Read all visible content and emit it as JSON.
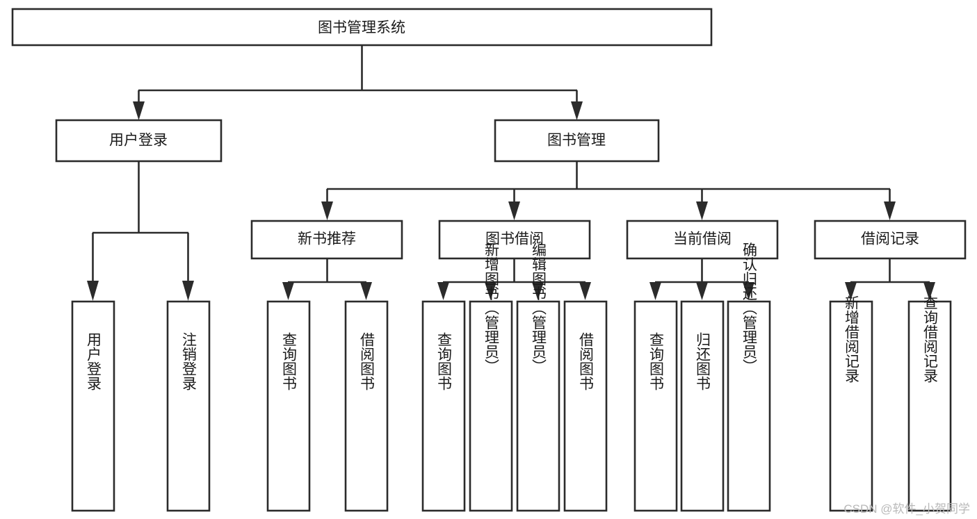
{
  "diagram": {
    "type": "tree",
    "title": "图书管理系统",
    "root": {
      "id": "root",
      "label": "图书管理系统"
    },
    "level1": [
      {
        "id": "user-login",
        "label": "用户登录"
      },
      {
        "id": "book-manage",
        "label": "图书管理"
      }
    ],
    "level2": [
      {
        "id": "new-book-recommend",
        "label": "新书推荐",
        "parent": "book-manage"
      },
      {
        "id": "book-borrow",
        "label": "图书借阅",
        "parent": "book-manage"
      },
      {
        "id": "current-borrow",
        "label": "当前借阅",
        "parent": "book-manage"
      },
      {
        "id": "borrow-record",
        "label": "借阅记录",
        "parent": "book-manage"
      }
    ],
    "leaves": [
      {
        "id": "leaf-user-login",
        "label": "用户登录",
        "parent": "user-login"
      },
      {
        "id": "leaf-user-logout",
        "label": "注销登录",
        "parent": "user-login"
      },
      {
        "id": "leaf-query-book-1",
        "label": "查询图书",
        "parent": "new-book-recommend"
      },
      {
        "id": "leaf-borrow-book-1",
        "label": "借阅图书",
        "parent": "new-book-recommend"
      },
      {
        "id": "leaf-query-book-2",
        "label": "查询图书",
        "parent": "book-borrow"
      },
      {
        "id": "leaf-add-book",
        "label": "新增图书（管理员）",
        "parent": "book-borrow"
      },
      {
        "id": "leaf-edit-book",
        "label": "编辑图书（管理员）",
        "parent": "book-borrow"
      },
      {
        "id": "leaf-borrow-book-2",
        "label": "借阅图书",
        "parent": "book-borrow"
      },
      {
        "id": "leaf-query-book-3",
        "label": "查询图书",
        "parent": "current-borrow"
      },
      {
        "id": "leaf-return-book",
        "label": "归还图书",
        "parent": "current-borrow"
      },
      {
        "id": "leaf-confirm-return",
        "label": "确认归还（管理员）",
        "parent": "current-borrow"
      },
      {
        "id": "leaf-add-record",
        "label": "新增借阅记录",
        "parent": "borrow-record"
      },
      {
        "id": "leaf-query-record",
        "label": "查询借阅记录",
        "parent": "borrow-record"
      }
    ],
    "watermark": "CSDN @软件_小贺同学",
    "colors": {
      "background": "#ffffff",
      "stroke": "#2b2b2b",
      "box_fill": "#ffffff",
      "text": "#1a1a1a",
      "watermark": "#b9b9b9"
    }
  }
}
